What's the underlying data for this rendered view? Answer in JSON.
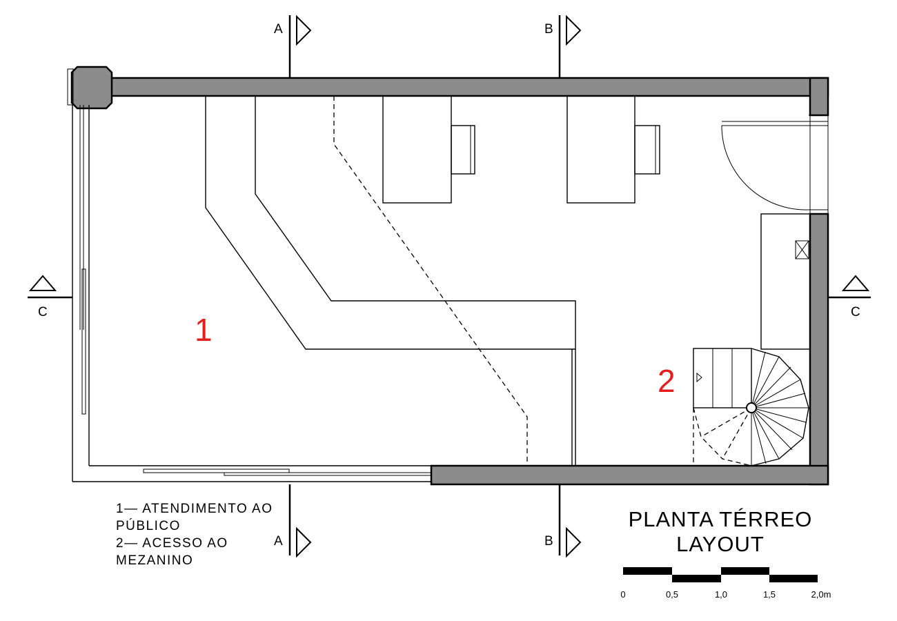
{
  "drawing": {
    "title_line1": "PLANTA TÉRREO",
    "title_line2": "LAYOUT"
  },
  "section_marks": {
    "a": "A",
    "b": "B",
    "c": "C"
  },
  "rooms": {
    "room1": "1",
    "room2": "2"
  },
  "legend": {
    "line1": "1— ATENDIMENTO AO",
    "line2": "PÚBLICO",
    "line3": "2— ACESSO AO",
    "line4": "MEZANINO"
  },
  "scale": {
    "labels": [
      "0",
      "0,5",
      "1,0",
      "1,5",
      "2,0m"
    ]
  },
  "colors": {
    "wall_fill": "#8c8c8c",
    "room_number": "#e41d1d"
  }
}
